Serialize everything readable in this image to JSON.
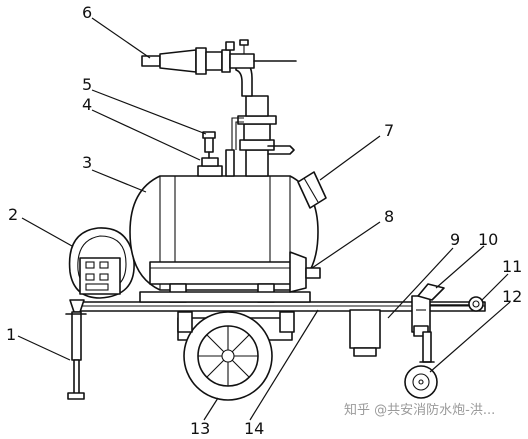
{
  "callouts": [
    {
      "id": "1",
      "label": "1"
    },
    {
      "id": "2",
      "label": "2"
    },
    {
      "id": "3",
      "label": "3"
    },
    {
      "id": "4",
      "label": "4"
    },
    {
      "id": "5",
      "label": "5"
    },
    {
      "id": "6",
      "label": "6"
    },
    {
      "id": "7",
      "label": "7"
    },
    {
      "id": "8",
      "label": "8"
    },
    {
      "id": "9",
      "label": "9"
    },
    {
      "id": "10",
      "label": "10"
    },
    {
      "id": "11",
      "label": "11"
    },
    {
      "id": "12",
      "label": "12"
    },
    {
      "id": "13",
      "label": "13"
    },
    {
      "id": "14",
      "label": "14"
    }
  ],
  "watermark": "知乎 @共安消防水炮-洪..."
}
